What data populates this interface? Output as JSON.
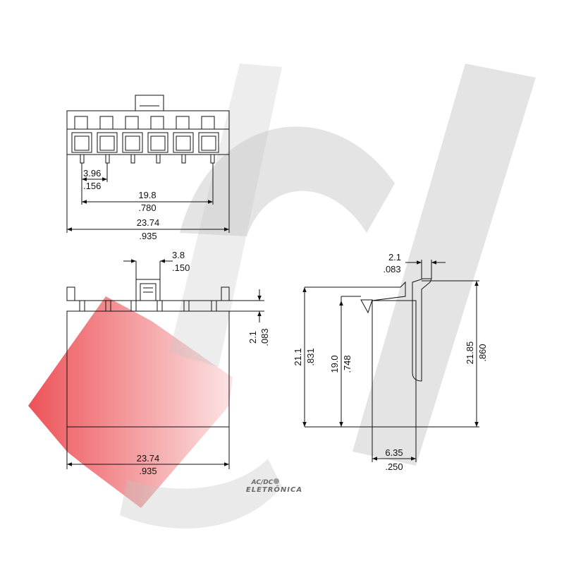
{
  "watermark": {
    "red": "#e9353b",
    "gray": "#c4c4c4"
  },
  "logo": {
    "line1": "AC/DC",
    "line2": "ELETRÔNICA"
  },
  "top_view": {
    "pitch_mm": "3.96",
    "pitch_in": ".156",
    "span_mm": "19.8",
    "span_in": ".780",
    "width_mm": "23.74",
    "width_in": ".935"
  },
  "front_view": {
    "latch_mm": "3.8",
    "latch_in": ".150",
    "step_mm": "2.1",
    "step_in": ".083",
    "width_mm": "23.74",
    "width_in": ".935"
  },
  "side_view": {
    "latch_mm": "2.1",
    "latch_in": ".083",
    "body_h_mm": "21.1",
    "body_h_in": ".831",
    "inner_h_mm": "19.0",
    "inner_h_in": ".748",
    "total_h_mm": "21.85",
    "total_h_in": ".860",
    "depth_mm": "6.35",
    "depth_in": ".250"
  },
  "colors": {
    "line": "#111111",
    "background": "#ffffff"
  }
}
